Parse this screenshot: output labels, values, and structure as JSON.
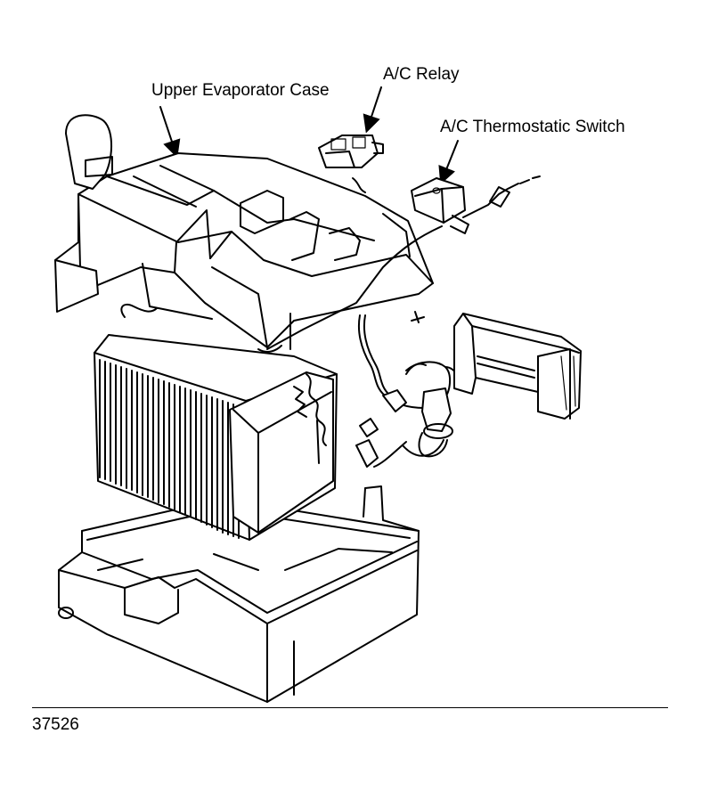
{
  "labels": {
    "upper_case": "Upper Evaporator Case",
    "relay": "A/C Relay",
    "thermo_switch": "A/C Thermostatic Switch"
  },
  "figure_number": "37526"
}
